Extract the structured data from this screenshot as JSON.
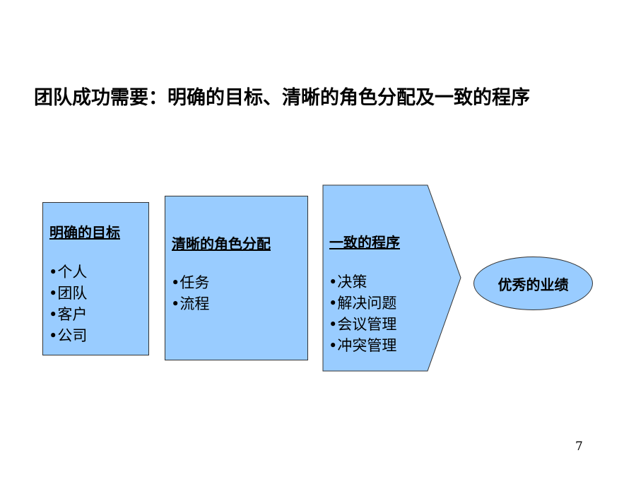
{
  "slide": {
    "title": "团队成功需要：明确的目标、清晰的角色分配及一致的程序",
    "page_number": "7"
  },
  "colors": {
    "box_fill": "#99ccff",
    "box_border": "#333333",
    "background": "#ffffff"
  },
  "goals": {
    "heading": "明确的目标",
    "items": [
      "个人",
      "团队",
      "客户",
      "公司"
    ]
  },
  "roles": {
    "heading": "清晰的角色分配",
    "items": [
      "任务",
      "流程"
    ]
  },
  "procedures": {
    "heading": "一致的程序",
    "items": [
      "决策",
      "解决问题",
      "会议管理",
      "冲突管理"
    ]
  },
  "result": {
    "label": "优秀的业绩"
  }
}
